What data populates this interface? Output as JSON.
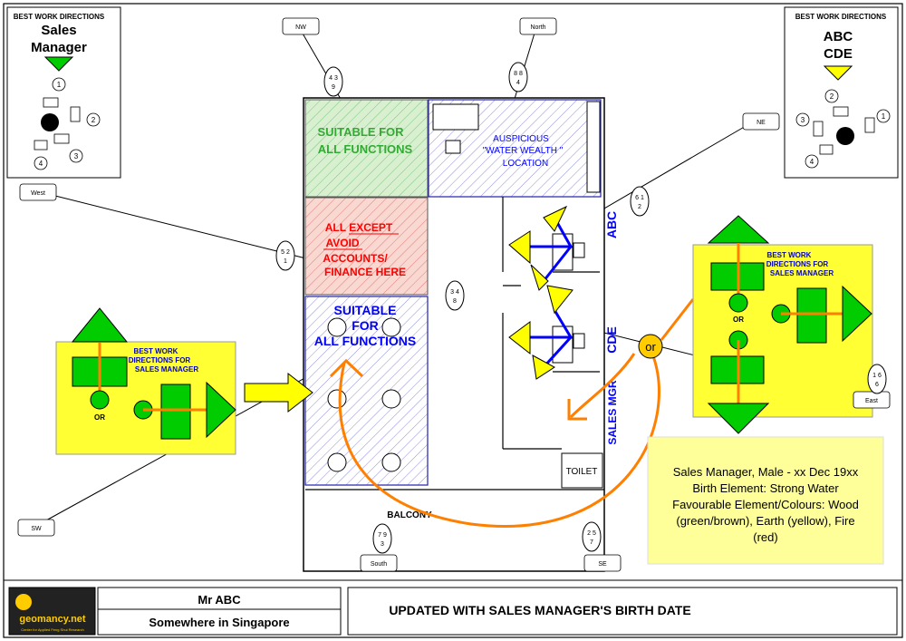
{
  "directions": {
    "nw": {
      "label": "NW",
      "stars": [
        "4 3",
        "9"
      ]
    },
    "north": {
      "label": "North",
      "stars": [
        "8 8",
        "4"
      ]
    },
    "ne": {
      "label": "NE",
      "stars": [
        "6 1",
        "2"
      ]
    },
    "west": {
      "label": "West",
      "stars": [
        "5 2",
        "1"
      ]
    },
    "center": {
      "stars": [
        "3 4",
        "8"
      ]
    },
    "east": {
      "label": "East",
      "stars": [
        "1 6",
        "6"
      ]
    },
    "sw": {
      "label": "SW"
    },
    "south": {
      "label": "South",
      "stars": [
        "7 9",
        "3"
      ]
    },
    "se": {
      "label": "SE",
      "stars": [
        "2 5",
        "7"
      ]
    }
  },
  "left_box": {
    "heading": "BEST WORK DIRECTIONS",
    "name_line1": "Sales",
    "name_line2": "Manager",
    "nums": [
      "1",
      "2",
      "3",
      "4"
    ]
  },
  "right_box": {
    "heading": "BEST WORK DIRECTIONS",
    "name_line1": "ABC",
    "name_line2": "CDE",
    "nums": [
      "1",
      "2",
      "3",
      "4"
    ]
  },
  "rooms": {
    "green_line1": "SUITABLE FOR",
    "green_line2": "ALL FUNCTIONS",
    "blue_top_line1": "AUSPICIOUS",
    "blue_top_line2": "\"WATER WEALTH \"",
    "blue_top_line3": "LOCATION",
    "red_line1": "ALL EXCEPT",
    "red_line2": "AVOID",
    "red_line3": "ACCOUNTS/",
    "red_line4": "FINANCE HERE",
    "blue_main_line1": "SUITABLE",
    "blue_main_line2": "FOR",
    "blue_main_line3": "ALL FUNCTIONS",
    "toilet": "TOILET",
    "balcony": "BALCONY"
  },
  "desk_labels": {
    "abc": "ABC",
    "cde": "CDE",
    "sales_mgr": "SALES MGR"
  },
  "yellow_left": {
    "heading_lines": [
      "BEST WORK",
      "DIRECTIONS FOR",
      "SALES MANAGER"
    ],
    "or": "OR"
  },
  "yellow_right": {
    "heading_lines": [
      "BEST WORK",
      "DIRECTIONS FOR",
      "SALES MANAGER"
    ],
    "or": "OR"
  },
  "or_circle": "or",
  "info_box": {
    "lines": [
      "Sales Manager, Male - xx Dec 19xx",
      "Birth Element: Strong Water",
      "Favourable Element/Colours: Wood",
      "(green/brown), Earth (yellow), Fire",
      "(red)"
    ]
  },
  "footer": {
    "logo_text": "geomancy.net",
    "logo_sub": "Center for Applied Feng Shui Research",
    "client": "Mr ABC",
    "location": "Somewhere in Singapore",
    "update": "UPDATED WITH SALES MANAGER'S BIRTH DATE"
  },
  "colors": {
    "green": "#00cc00",
    "yellow": "#ffff33",
    "orange": "#ff8000",
    "blue": "#0000ff",
    "red": "#ff0000"
  }
}
